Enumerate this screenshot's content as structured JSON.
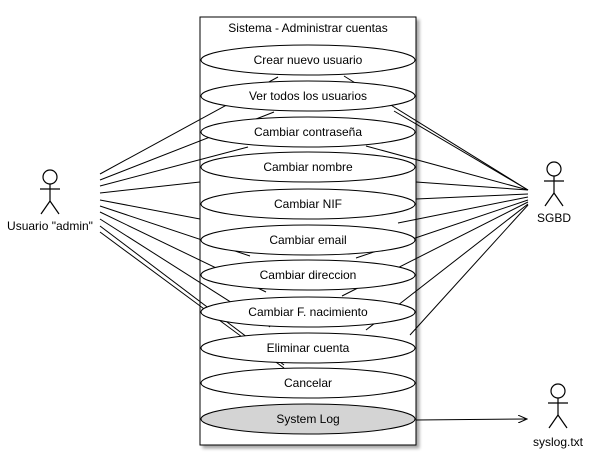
{
  "system": {
    "title": "Sistema - Administrar cuentas"
  },
  "actors": {
    "admin": {
      "label": "Usuario \"admin\""
    },
    "sgbd": {
      "label": "SGBD"
    },
    "syslog": {
      "label": "syslog.txt"
    }
  },
  "use_cases": [
    {
      "label": "Crear nuevo usuario"
    },
    {
      "label": "Ver todos los usuarios"
    },
    {
      "label": "Cambiar contraseña"
    },
    {
      "label": "Cambiar nombre"
    },
    {
      "label": "Cambiar NIF"
    },
    {
      "label": "Cambiar email"
    },
    {
      "label": "Cambiar direccion"
    },
    {
      "label": "Cambiar F. nacimiento"
    },
    {
      "label": "Eliminar cuenta"
    },
    {
      "label": "Cancelar"
    },
    {
      "label": "System Log"
    }
  ],
  "colors": {
    "use_case_fill": "#ffffff",
    "system_log_fill": "#d4d4d4",
    "syslog_actor_head_fill": "#cccccc",
    "system_shadow": "#b0b0b0"
  }
}
